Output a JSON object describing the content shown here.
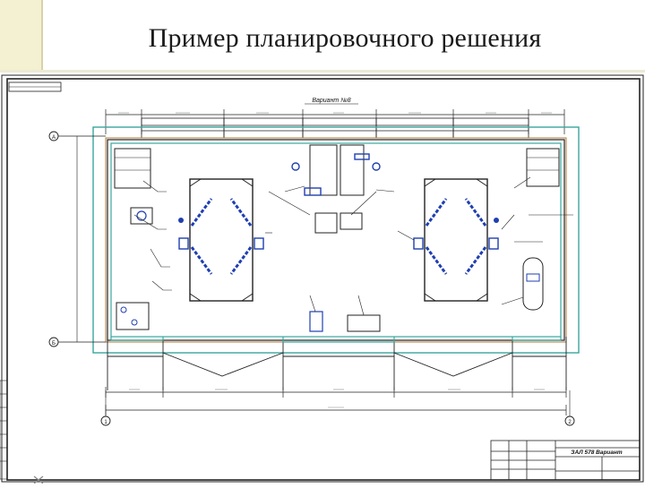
{
  "slide": {
    "title": "Пример планировочного решения"
  },
  "drawing": {
    "title": "Вариант №8",
    "axis_left_top": "А",
    "axis_left_bottom": "Б",
    "axis_bottom_left": "1",
    "axis_bottom_right": "2",
    "title_block_code": "ЗАЛ 578 Вариант"
  },
  "colors": {
    "accent": "#f4f1d2",
    "outline": "#1a1a1a",
    "teal": "#3aa6a0",
    "brown": "#b07a3a",
    "blue": "#1f3fb0"
  }
}
